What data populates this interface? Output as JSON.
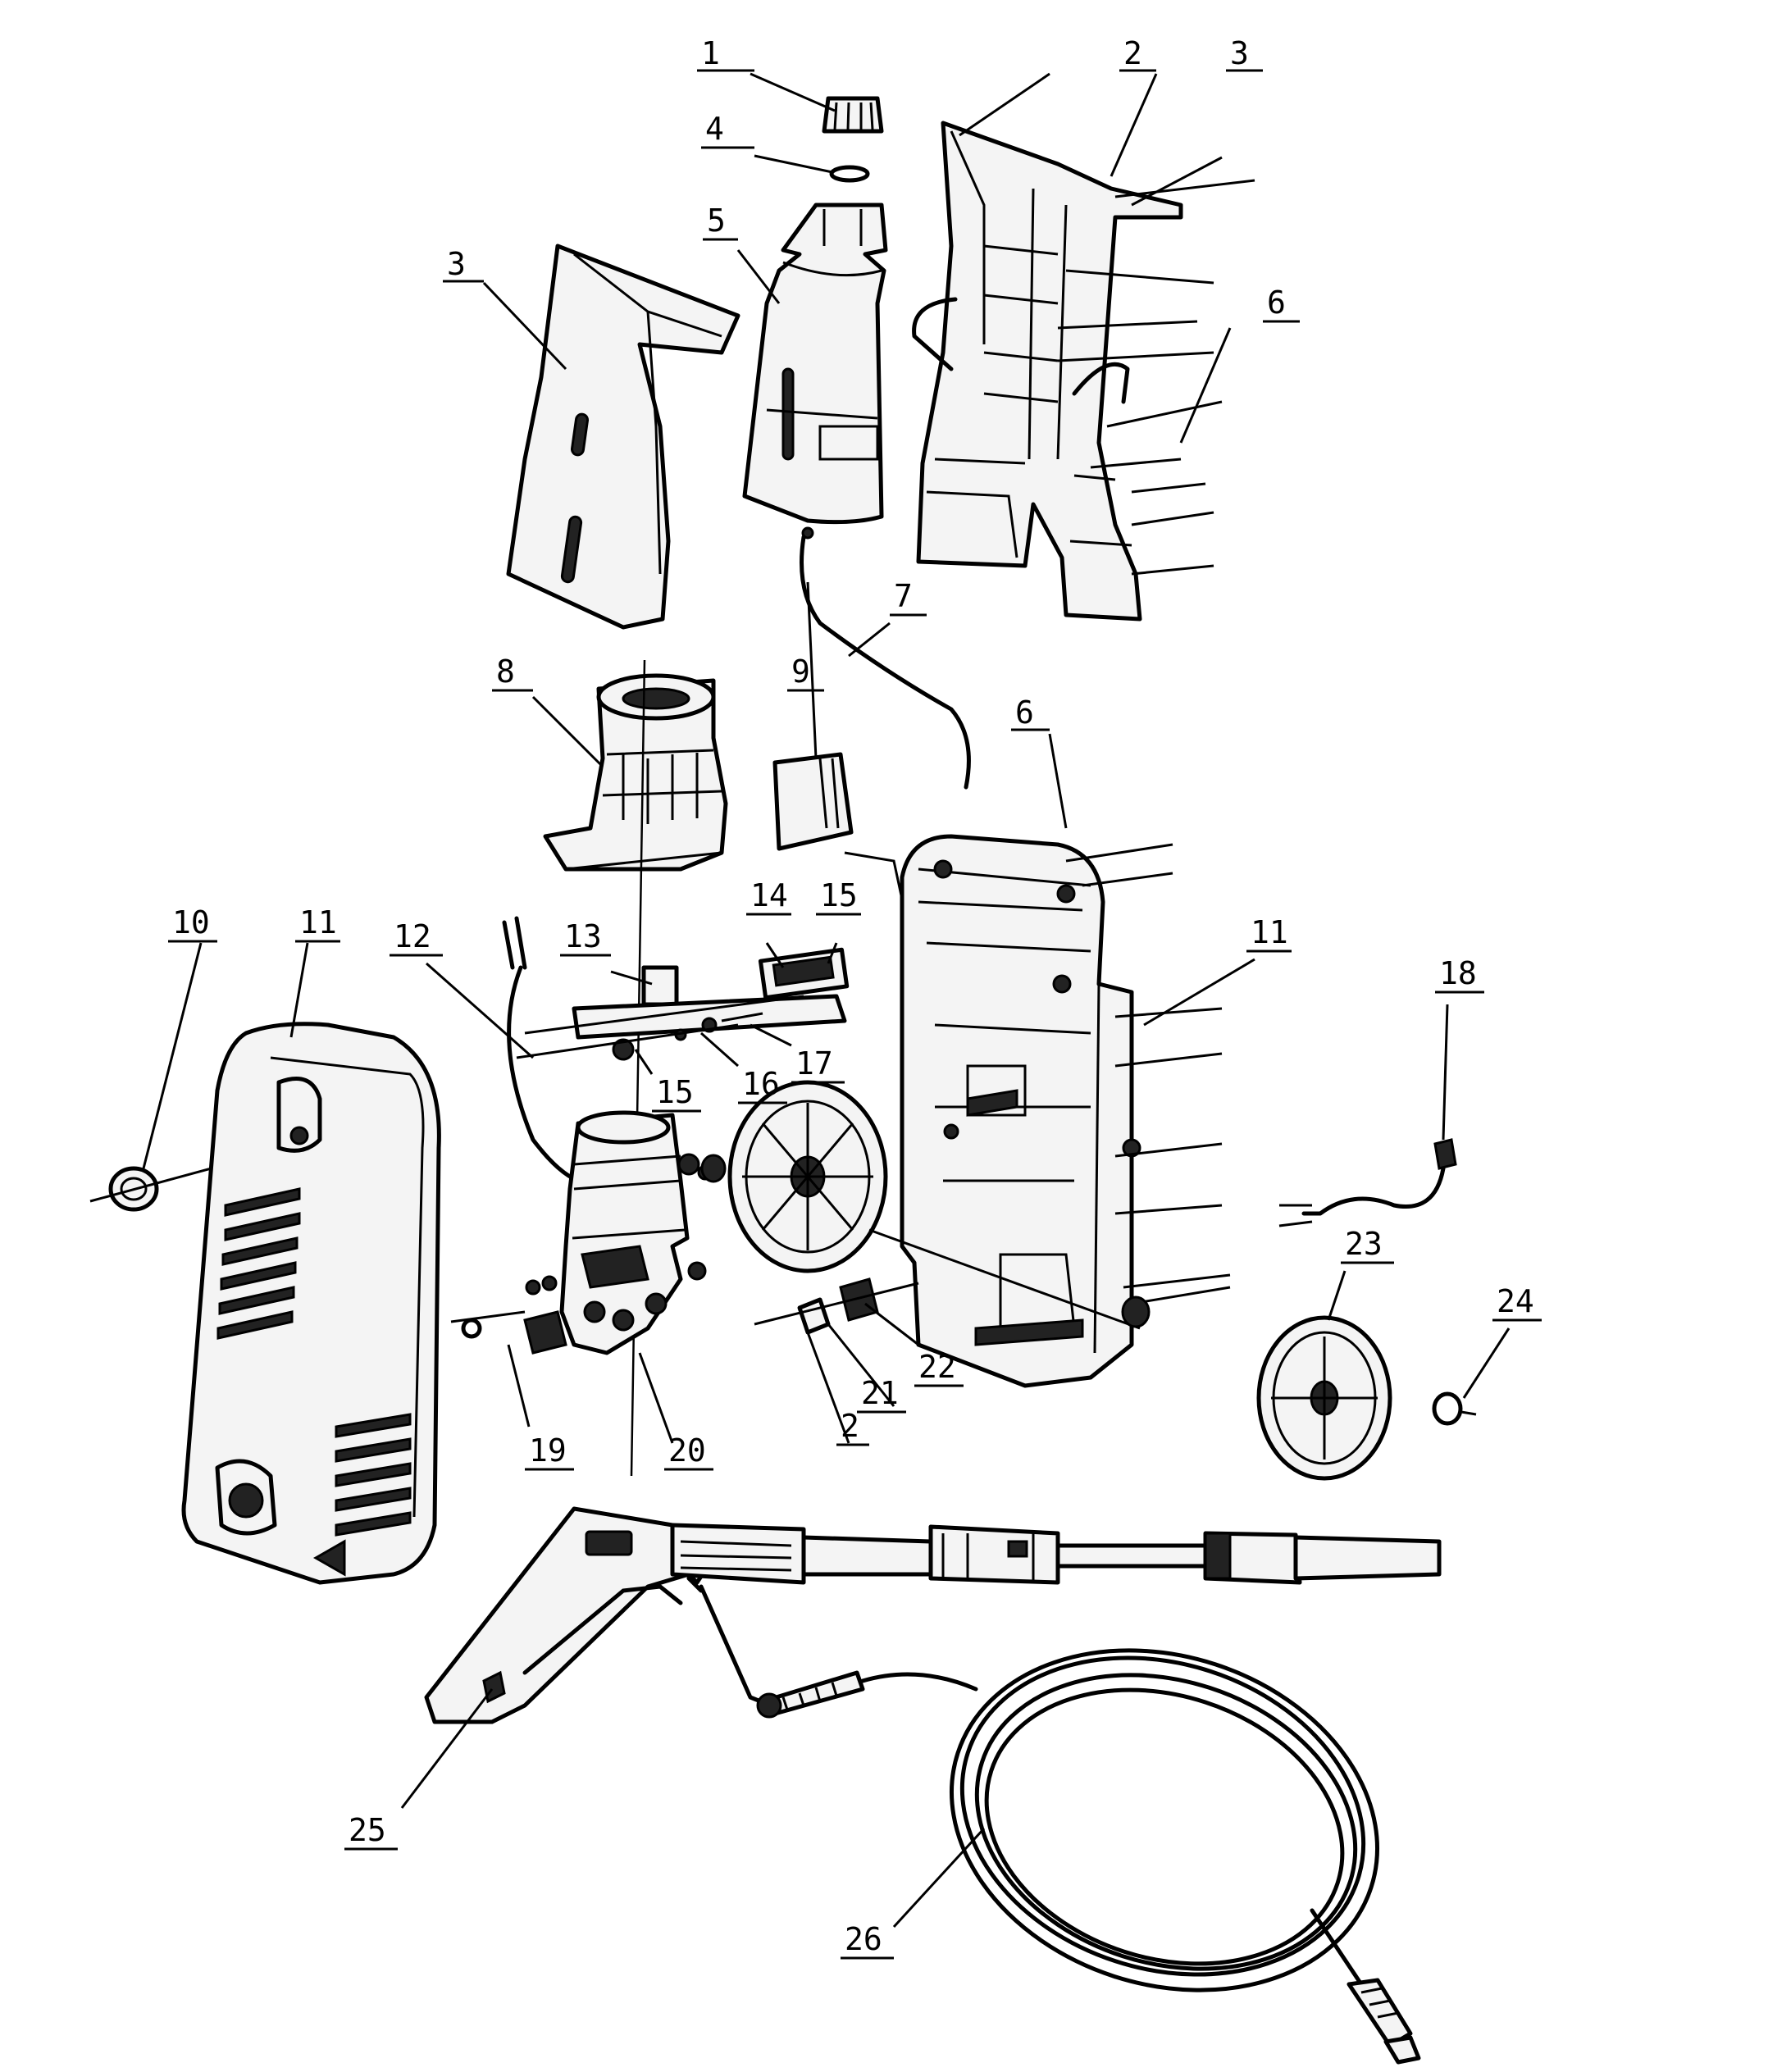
{
  "diagram": {
    "part_numbers": {
      "p1": "1",
      "p2a": "2",
      "p3a": "3",
      "p4": "4",
      "p5": "5",
      "p3b": "3",
      "p6a": "6",
      "p7": "7",
      "p8": "8",
      "p9": "9",
      "p6b": "6",
      "p10": "10",
      "p11a": "11",
      "p11b": "11",
      "p12": "12",
      "p13": "13",
      "p14": "14",
      "p15a": "15",
      "p15b": "15",
      "p16": "16",
      "p17": "17",
      "p18": "18",
      "p19": "19",
      "p20": "20",
      "p21": "21",
      "p2b": "2",
      "p22": "22",
      "p23": "23",
      "p24": "24",
      "p25": "25",
      "p26": "26"
    }
  }
}
